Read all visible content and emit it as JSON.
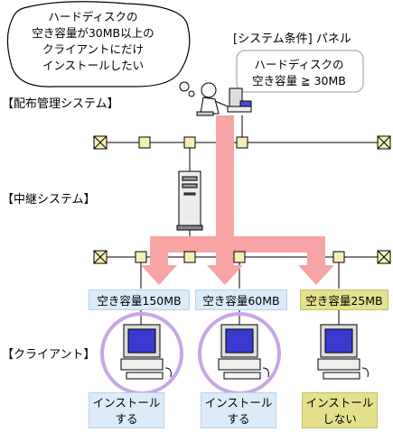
{
  "bubble": {
    "lines": [
      "ハードディスクの",
      "空き容量が30MB以上の",
      "クライアントにだけ",
      "インストールしたい"
    ]
  },
  "panel": {
    "title": "[システム条件] パネル",
    "lines": [
      "ハードディスクの",
      "空き容量 ≧ 30MB"
    ]
  },
  "sections": {
    "distribution": "【配布管理システム】",
    "relay": "【中継システム】",
    "client": "【クライアント】"
  },
  "clients": [
    {
      "capacity": "空き容量150MB",
      "result": [
        "インストール",
        "する"
      ],
      "installed": true
    },
    {
      "capacity": "空き容量60MB",
      "result": [
        "インストール",
        "する"
      ],
      "installed": true
    },
    {
      "capacity": "空き容量25MB",
      "result": [
        "インストール",
        "しない"
      ],
      "installed": false
    }
  ],
  "colors": {
    "arrow": "#f6a4a4",
    "box_blue": "#dcebf8",
    "box_yellow": "#e3e18d",
    "highlight": "#c7a6e6",
    "node": "#f5efb3"
  }
}
